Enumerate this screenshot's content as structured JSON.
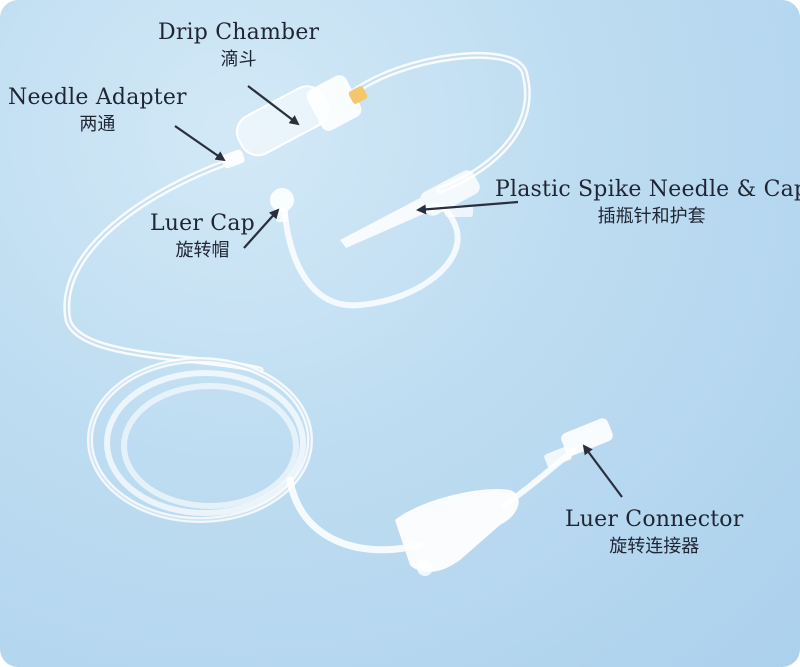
{
  "labels": {
    "drip_chamber": {
      "en": "Drip Chamber",
      "zh": "滴斗"
    },
    "needle_adapter": {
      "en": "Needle Adapter",
      "zh": "两通"
    },
    "luer_cap": {
      "en": "Luer Cap",
      "zh": "旋转帽"
    },
    "plastic_spike": {
      "en": "Plastic Spike Needle & Cap",
      "zh": "插瓶针和护套"
    },
    "luer_connector": {
      "en": "Luer Connector",
      "zh": "旋转连接器"
    }
  },
  "colors": {
    "background": "#bddcf1",
    "tube": "#ffffff",
    "arrow": "#2a2f3d",
    "label_text": "#1f2533",
    "drip_chamber_tip": "#f3c76a"
  }
}
